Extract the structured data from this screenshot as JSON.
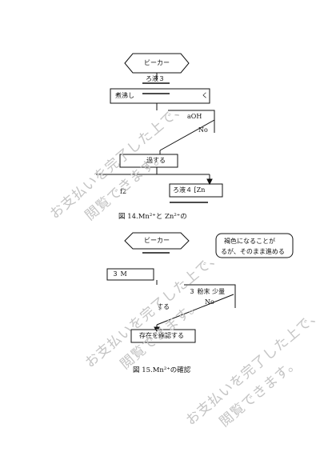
{
  "figure14": {
    "start_label": "ビーカー",
    "step_filtrate": "ろ液３",
    "boil_label": "煮沸し",
    "boil_label_tail": "く",
    "naoh_label": "aOH",
    "no_label": "No",
    "filter_label": "過する",
    "left_fragment": "f2",
    "filtrate4_label": "ろ液４ [Zn",
    "caption": "図 14.Mn²⁺と Zn²⁺の"
  },
  "figure15": {
    "start_label": "ビーカー",
    "note_line1": "褐色になることが",
    "note_line2": "るが、そのまま進める",
    "mn_label": "３ M",
    "reagent_label": "３ 粉末 少量",
    "no_label": "No",
    "left_fragment": "する",
    "confirm_label": "存在を確認する",
    "caption": "図 15.Mn²⁺の確認"
  },
  "watermark": {
    "line1": "お支払いを完了した上で、",
    "line2": "閲覧できます。"
  }
}
